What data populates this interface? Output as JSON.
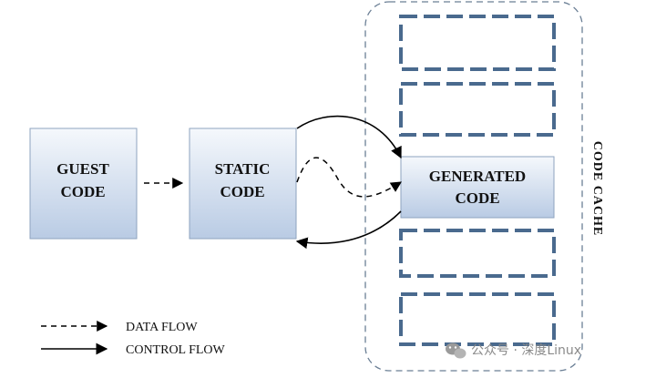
{
  "diagram": {
    "guest_code": {
      "line1": "GUEST",
      "line2": "CODE"
    },
    "static_code": {
      "line1": "STATIC",
      "line2": "CODE"
    },
    "generated_code": {
      "line1": "GENERATED",
      "line2": "CODE"
    },
    "code_cache_label": "CODE CACHE",
    "legend": {
      "data_flow": "DATA FLOW",
      "control_flow": "CONTROL FLOW"
    }
  },
  "watermark": {
    "text": "公众号 · 深度Linux"
  },
  "colors": {
    "box_fill_top": "#f5f8fc",
    "box_fill_bottom": "#b9cbe4",
    "box_border": "#8ea3bf",
    "cache_slot_stroke": "#4a6a8e",
    "cache_container_stroke": "#6b7f95",
    "arrow": "#000000",
    "watermark": "#8a8a8a"
  },
  "icons": {
    "watermark_logo": "wechat-icon"
  }
}
